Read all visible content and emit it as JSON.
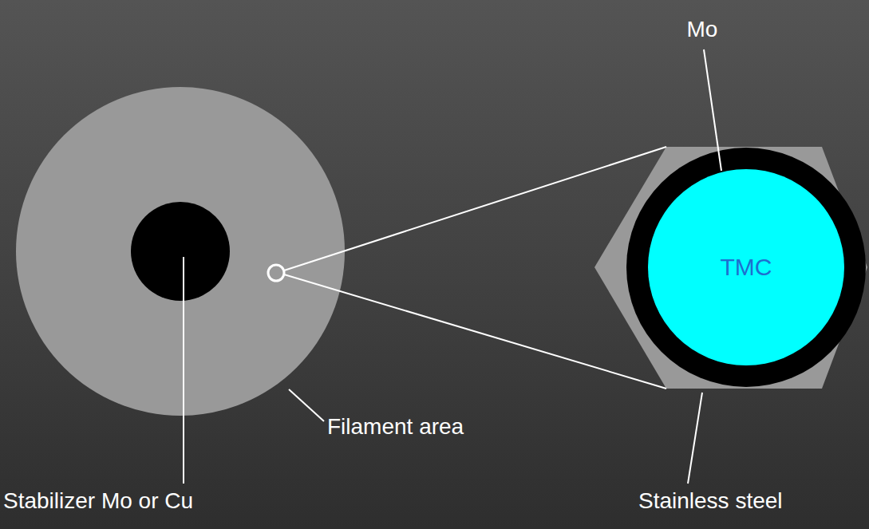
{
  "diagram": {
    "nodes": [
      {
        "text": [
          "TMC"
        ]
      }
    ],
    "labels": [
      "Mo",
      "Filament area",
      "Stabilizer Mo or Cu",
      "Stainless steel"
    ]
  }
}
